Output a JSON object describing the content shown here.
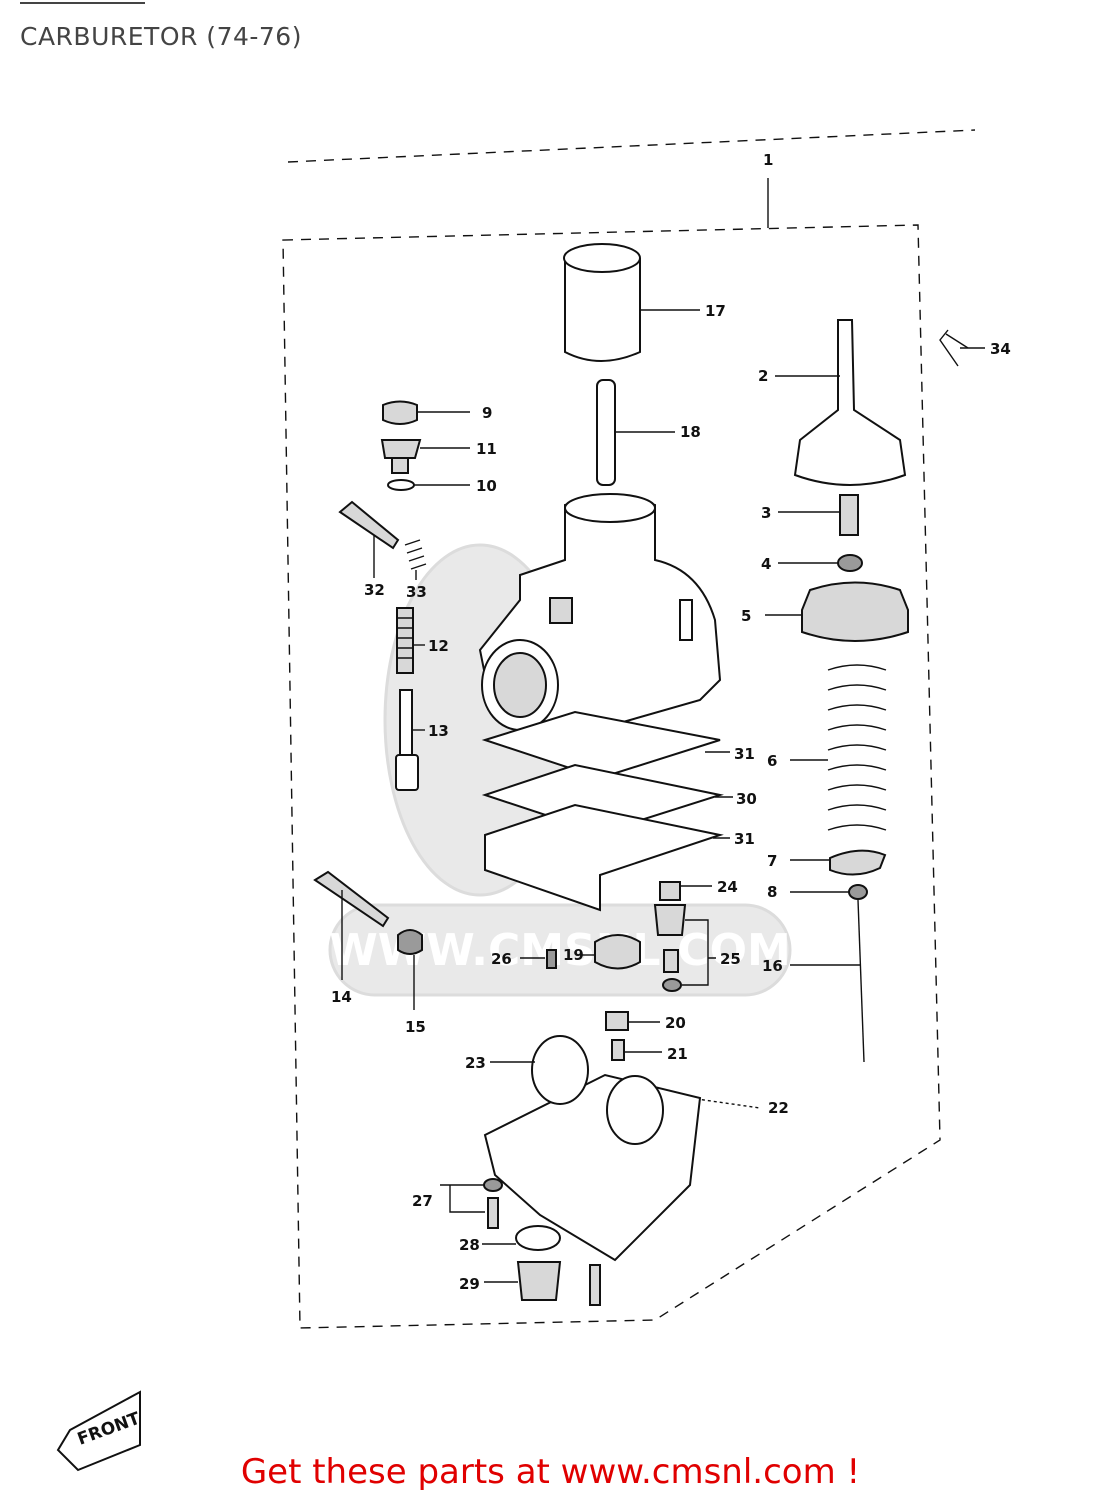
{
  "header": {
    "title": "CARBURETOR (74-76)"
  },
  "watermark": {
    "text": "WWW.CMSNL.COM"
  },
  "front_arrow": {
    "label": "FRONT"
  },
  "callouts": {
    "c1": "1",
    "c2": "2",
    "c3": "3",
    "c4": "4",
    "c5": "5",
    "c6": "6",
    "c7": "7",
    "c8": "8",
    "c9": "9",
    "c10": "10",
    "c11": "11",
    "c12": "12",
    "c13": "13",
    "c14": "14",
    "c15": "15",
    "c16": "16",
    "c17": "17",
    "c18": "18",
    "c19": "19",
    "c20": "20",
    "c21": "21",
    "c22": "22",
    "c23": "23",
    "c24": "24",
    "c25": "25",
    "c26": "26",
    "c27": "27",
    "c28": "28",
    "c29": "29",
    "c30": "30",
    "c31a": "31",
    "c31b": "31",
    "c32": "32",
    "c33": "33",
    "c34": "34"
  },
  "footer": {
    "text": "Get these parts at www.cmsnl.com !"
  },
  "colors": {
    "footer_text": "#e00000",
    "title_text": "#444444"
  }
}
